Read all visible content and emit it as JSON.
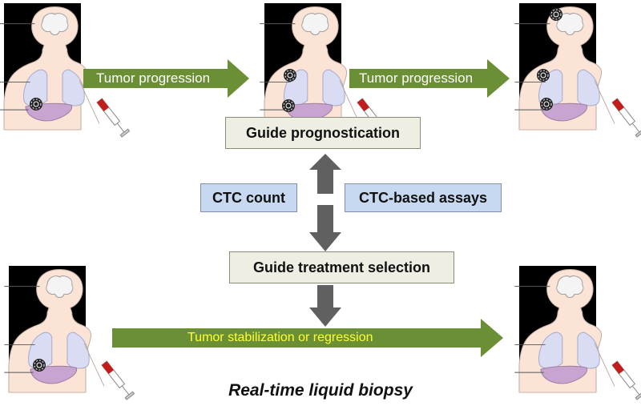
{
  "arrows": {
    "progression_1": "Tumor progression",
    "progression_2": "Tumor progression",
    "stabilization": "Tumor stabilization or regression"
  },
  "boxes": {
    "prognostication": "Guide prognostication",
    "ctc_count": "CTC count",
    "ctc_assays": "CTC-based assays",
    "treatment_selection": "Guide treatment selection"
  },
  "caption": "Real-time liquid biopsy",
  "colors": {
    "green_arrow": "#6b8f35",
    "stabilization_text": "#ffff33",
    "gray_arrow": "#606060",
    "box_beige": "#eeeee2",
    "box_blue": "#c6d9f0"
  }
}
